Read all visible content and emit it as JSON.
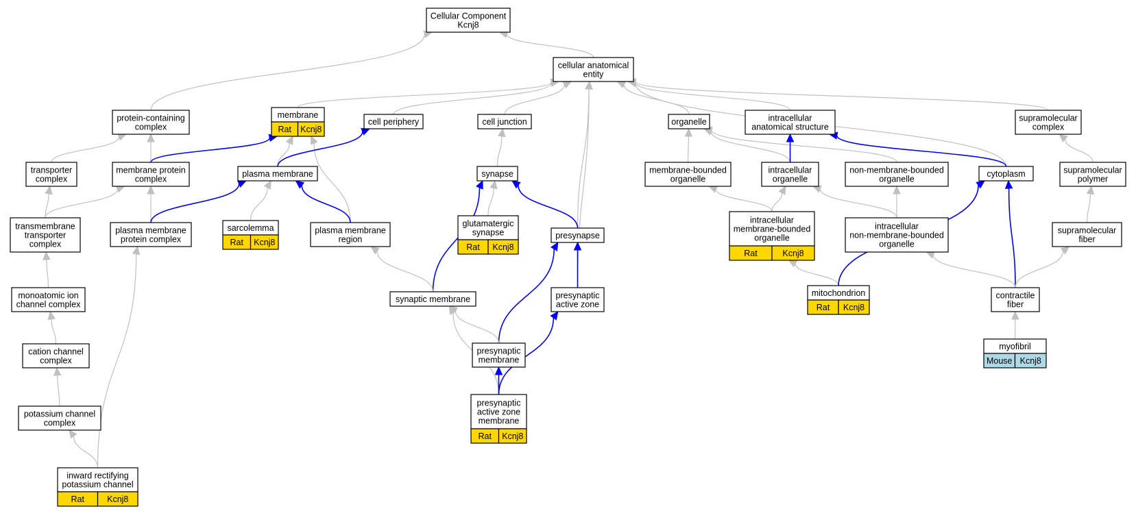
{
  "colors": {
    "edge_gray": "#c0c0c0",
    "edge_blue": "#0000ff",
    "rat_badge": "#ffd700",
    "mouse_badge": "#add8e6",
    "node_border": "#000000",
    "node_fill": "#ffffff"
  },
  "nodes": {
    "cc_root": {
      "lines": [
        "Cellular Component",
        "Kcnj8"
      ]
    },
    "cae": {
      "lines": [
        "cellular anatomical",
        "entity"
      ]
    },
    "pcc": {
      "lines": [
        "protein-containing",
        "complex"
      ]
    },
    "membrane": {
      "lines": [
        "membrane"
      ],
      "badges": [
        "Rat",
        "Kcnj8"
      ],
      "badge_type": "rat"
    },
    "cellper": {
      "lines": [
        "cell periphery"
      ]
    },
    "celljunc": {
      "lines": [
        "cell junction"
      ]
    },
    "organelle": {
      "lines": [
        "organelle"
      ]
    },
    "ias": {
      "lines": [
        "intracellular",
        "anatomical structure"
      ]
    },
    "supcomplex": {
      "lines": [
        "supramolecular",
        "complex"
      ]
    },
    "transporter": {
      "lines": [
        "transporter",
        "complex"
      ]
    },
    "mpc": {
      "lines": [
        "membrane protein",
        "complex"
      ]
    },
    "pm": {
      "lines": [
        "plasma membrane"
      ]
    },
    "synapse": {
      "lines": [
        "synapse"
      ]
    },
    "mbo": {
      "lines": [
        "membrane-bounded",
        "organelle"
      ]
    },
    "intorg": {
      "lines": [
        "intracellular",
        "organelle"
      ]
    },
    "nmbo": {
      "lines": [
        "non-membrane-bounded",
        "organelle"
      ]
    },
    "cytoplasm": {
      "lines": [
        "cytoplasm"
      ]
    },
    "suppoly": {
      "lines": [
        "supramolecular",
        "polymer"
      ]
    },
    "tmtc": {
      "lines": [
        "transmembrane",
        "transporter",
        "complex"
      ]
    },
    "pmpc": {
      "lines": [
        "plasma membrane",
        "protein complex"
      ]
    },
    "sarcolemma": {
      "lines": [
        "sarcolemma"
      ],
      "badges": [
        "Rat",
        "Kcnj8"
      ],
      "badge_type": "rat"
    },
    "pmr": {
      "lines": [
        "plasma membrane",
        "region"
      ]
    },
    "glutsyn": {
      "lines": [
        "glutamatergic",
        "synapse"
      ],
      "badges": [
        "Rat",
        "Kcnj8"
      ],
      "badge_type": "rat"
    },
    "presynapse": {
      "lines": [
        "presynapse"
      ]
    },
    "imbo": {
      "lines": [
        "intracellular",
        "membrane-bounded",
        "organelle"
      ],
      "badges": [
        "Rat",
        "Kcnj8"
      ],
      "badge_type": "rat"
    },
    "inmbo": {
      "lines": [
        "intracellular",
        "non-membrane-bounded",
        "organelle"
      ]
    },
    "supfiber": {
      "lines": [
        "supramolecular",
        "fiber"
      ]
    },
    "monoion": {
      "lines": [
        "monoatomic ion",
        "channel complex"
      ]
    },
    "synmem": {
      "lines": [
        "synaptic membrane"
      ]
    },
    "paz": {
      "lines": [
        "presynaptic",
        "active zone"
      ]
    },
    "mito": {
      "lines": [
        "mitochondrion"
      ],
      "badges": [
        "Rat",
        "Kcnj8"
      ],
      "badge_type": "rat"
    },
    "contractile": {
      "lines": [
        "contractile",
        "fiber"
      ]
    },
    "cation": {
      "lines": [
        "cation channel",
        "complex"
      ]
    },
    "presynmem": {
      "lines": [
        "presynaptic",
        "membrane"
      ]
    },
    "myofibril": {
      "lines": [
        "myofibril"
      ],
      "badges": [
        "Mouse",
        "Kcnj8"
      ],
      "badge_type": "mouse"
    },
    "potassium": {
      "lines": [
        "potassium channel",
        "complex"
      ]
    },
    "pazm": {
      "lines": [
        "presynaptic",
        "active zone",
        "membrane"
      ],
      "badges": [
        "Rat",
        "Kcnj8"
      ],
      "badge_type": "rat"
    },
    "irkc": {
      "lines": [
        "inward rectifying",
        "potassium channel"
      ],
      "badges": [
        "Rat",
        "Kcnj8"
      ],
      "badge_type": "rat"
    }
  },
  "edges": [
    {
      "from": "cae",
      "to": "cc_root",
      "style": "gray"
    },
    {
      "from": "pcc",
      "to": "cc_root",
      "style": "gray"
    },
    {
      "from": "membrane",
      "to": "cae",
      "style": "gray"
    },
    {
      "from": "cellper",
      "to": "cae",
      "style": "gray"
    },
    {
      "from": "celljunc",
      "to": "cae",
      "style": "gray"
    },
    {
      "from": "organelle",
      "to": "cae",
      "style": "gray"
    },
    {
      "from": "ias",
      "to": "cae",
      "style": "gray"
    },
    {
      "from": "supcomplex",
      "to": "cae",
      "style": "gray"
    },
    {
      "from": "cytoplasm",
      "to": "cae",
      "style": "gray"
    },
    {
      "from": "presynapse",
      "to": "cae",
      "style": "gray"
    },
    {
      "from": "paz",
      "to": "cae",
      "style": "gray"
    },
    {
      "from": "transporter",
      "to": "pcc",
      "style": "gray"
    },
    {
      "from": "mpc",
      "to": "pcc",
      "style": "gray"
    },
    {
      "from": "mpc",
      "to": "membrane",
      "style": "blue"
    },
    {
      "from": "pm",
      "to": "membrane",
      "style": "gray"
    },
    {
      "from": "pmr",
      "to": "membrane",
      "style": "gray"
    },
    {
      "from": "pm",
      "to": "cellper",
      "style": "blue"
    },
    {
      "from": "synapse",
      "to": "celljunc",
      "style": "gray"
    },
    {
      "from": "mbo",
      "to": "organelle",
      "style": "gray"
    },
    {
      "from": "intorg",
      "to": "organelle",
      "style": "gray"
    },
    {
      "from": "nmbo",
      "to": "organelle",
      "style": "gray"
    },
    {
      "from": "intorg",
      "to": "ias",
      "style": "blue"
    },
    {
      "from": "cytoplasm",
      "to": "ias",
      "style": "blue"
    },
    {
      "from": "suppoly",
      "to": "supcomplex",
      "style": "gray"
    },
    {
      "from": "tmtc",
      "to": "transporter",
      "style": "gray"
    },
    {
      "from": "tmtc",
      "to": "mpc",
      "style": "gray"
    },
    {
      "from": "pmpc",
      "to": "mpc",
      "style": "gray"
    },
    {
      "from": "pmpc",
      "to": "pm",
      "style": "blue"
    },
    {
      "from": "sarcolemma",
      "to": "pm",
      "style": "gray"
    },
    {
      "from": "pmr",
      "to": "pm",
      "style": "blue"
    },
    {
      "from": "glutsyn",
      "to": "synapse",
      "style": "gray"
    },
    {
      "from": "presynapse",
      "to": "synapse",
      "style": "blue"
    },
    {
      "from": "synmem",
      "to": "synapse",
      "style": "blue"
    },
    {
      "from": "imbo",
      "to": "mbo",
      "style": "gray"
    },
    {
      "from": "imbo",
      "to": "intorg",
      "style": "gray"
    },
    {
      "from": "inmbo",
      "to": "intorg",
      "style": "gray"
    },
    {
      "from": "inmbo",
      "to": "nmbo",
      "style": "gray"
    },
    {
      "from": "supfiber",
      "to": "suppoly",
      "style": "gray"
    },
    {
      "from": "monoion",
      "to": "tmtc",
      "style": "gray"
    },
    {
      "from": "irkc",
      "to": "pmpc",
      "style": "gray"
    },
    {
      "from": "synmem",
      "to": "pmr",
      "style": "gray"
    },
    {
      "from": "paz",
      "to": "presynapse",
      "style": "blue"
    },
    {
      "from": "presynmem",
      "to": "presynapse",
      "style": "blue"
    },
    {
      "from": "mito",
      "to": "imbo",
      "style": "gray"
    },
    {
      "from": "mito",
      "to": "cytoplasm",
      "style": "blue"
    },
    {
      "from": "contractile",
      "to": "cytoplasm",
      "style": "blue"
    },
    {
      "from": "contractile",
      "to": "inmbo",
      "style": "gray"
    },
    {
      "from": "contractile",
      "to": "supfiber",
      "style": "gray"
    },
    {
      "from": "cation",
      "to": "monoion",
      "style": "gray"
    },
    {
      "from": "presynmem",
      "to": "synmem",
      "style": "gray"
    },
    {
      "from": "pazm",
      "to": "synmem",
      "style": "gray"
    },
    {
      "from": "pazm",
      "to": "presynmem",
      "style": "blue"
    },
    {
      "from": "pazm",
      "to": "paz",
      "style": "blue"
    },
    {
      "from": "myofibril",
      "to": "contractile",
      "style": "gray"
    },
    {
      "from": "potassium",
      "to": "cation",
      "style": "gray"
    },
    {
      "from": "irkc",
      "to": "potassium",
      "style": "gray"
    }
  ]
}
